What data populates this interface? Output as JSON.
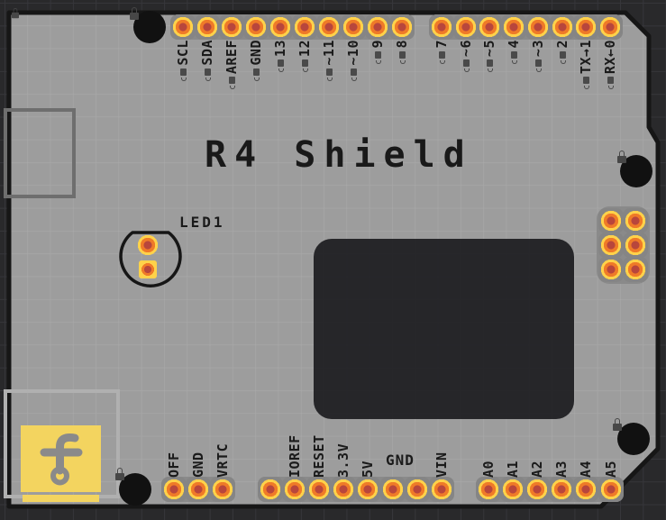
{
  "board": {
    "title": "R4 Shield"
  },
  "silkscreen": {
    "led_label": "LED1",
    "power_gnd_label": "GND"
  },
  "headers": {
    "top_left": {
      "pins": [
        "SCL",
        "SDA",
        "AREF",
        "GND",
        "13",
        "12",
        "~11",
        "~10",
        "9",
        "8"
      ]
    },
    "top_right": {
      "pins": [
        "7",
        "~6",
        "~5",
        "4",
        "~3",
        "2",
        "TX→1",
        "RX←0"
      ]
    },
    "bottom_left": {
      "pins": [
        "OFF",
        "GND",
        "VRTC"
      ]
    },
    "bottom_power": {
      "pins": [
        "",
        "IOREF",
        "RESET",
        "3.3V",
        "5V",
        "",
        "",
        "VIN"
      ]
    },
    "bottom_analog": {
      "pins": [
        "A0",
        "A1",
        "A2",
        "A3",
        "A4",
        "A5"
      ]
    },
    "icsp": {
      "rows": 3,
      "cols": 2
    }
  },
  "logo": {
    "glyph": "f"
  },
  "colors": {
    "background": "#29292b",
    "board": "#9d9d9d",
    "outline": "#161616",
    "pad_yellow": "#ffd24a",
    "pad_orange": "#ef7a28",
    "pad_center": "#b8463c",
    "silkscreen_text": "#1a1a1a",
    "ic_body": "#1e1e21",
    "logo_yellow": "#f3d45f"
  }
}
